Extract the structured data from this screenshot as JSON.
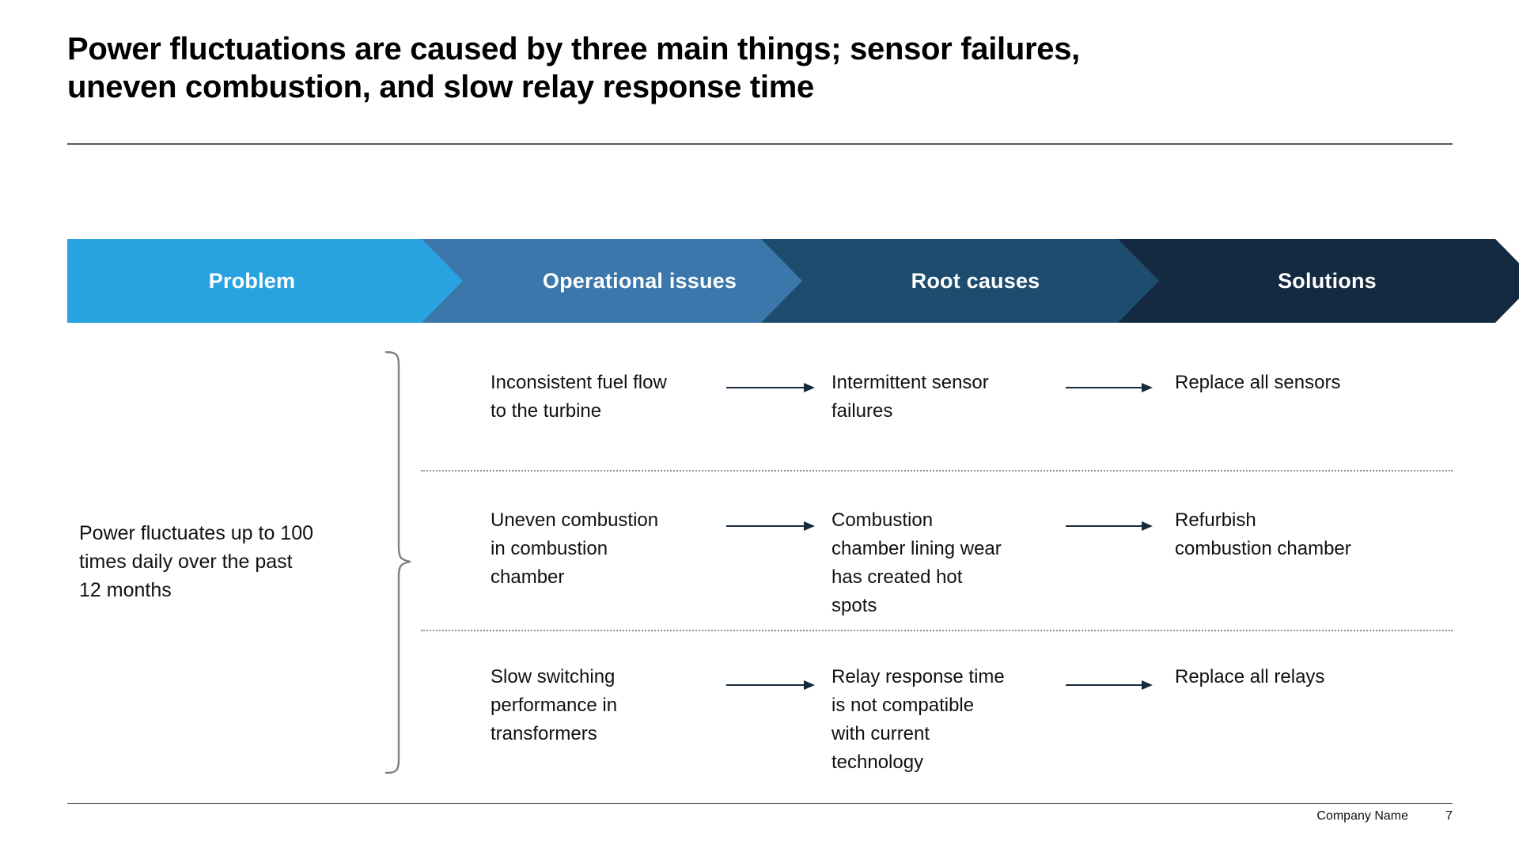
{
  "slide": {
    "title": "Power fluctuations are caused by three main things; sensor failures,\nuneven combustion, and slow relay response time",
    "footer": {
      "company": "Company Name",
      "page": "7"
    }
  },
  "process": {
    "stages": [
      {
        "label": "Problem",
        "color": "#29A3E0"
      },
      {
        "label": "Operational issues",
        "color": "#3B77AB"
      },
      {
        "label": "Root causes",
        "color": "#1E4C6F"
      },
      {
        "label": "Solutions",
        "color": "#132A40"
      }
    ]
  },
  "problem": {
    "statement": "Power fluctuates up to 100\ntimes daily over the past\n12 months"
  },
  "rows": [
    {
      "operational_issue": "Inconsistent fuel flow\nto the turbine",
      "root_cause": "Intermittent sensor\nfailures",
      "solution": "Replace all sensors"
    },
    {
      "operational_issue": "Uneven combustion\nin combustion\nchamber",
      "root_cause": "Combustion\nchamber lining wear\nhas created hot\nspots",
      "solution": "Refurbish\ncombustion chamber"
    },
    {
      "operational_issue": "Slow switching\nperformance in\ntransformers",
      "root_cause": "Relay response time\nis not compatible\nwith current\ntechnology",
      "solution": "Replace all relays"
    }
  ],
  "colors": {
    "arrow": "#17293C",
    "divider_dotted": "#8C8C8C",
    "title_rule": "#595959",
    "footer_rule": "#404040",
    "brace": "#808080"
  }
}
